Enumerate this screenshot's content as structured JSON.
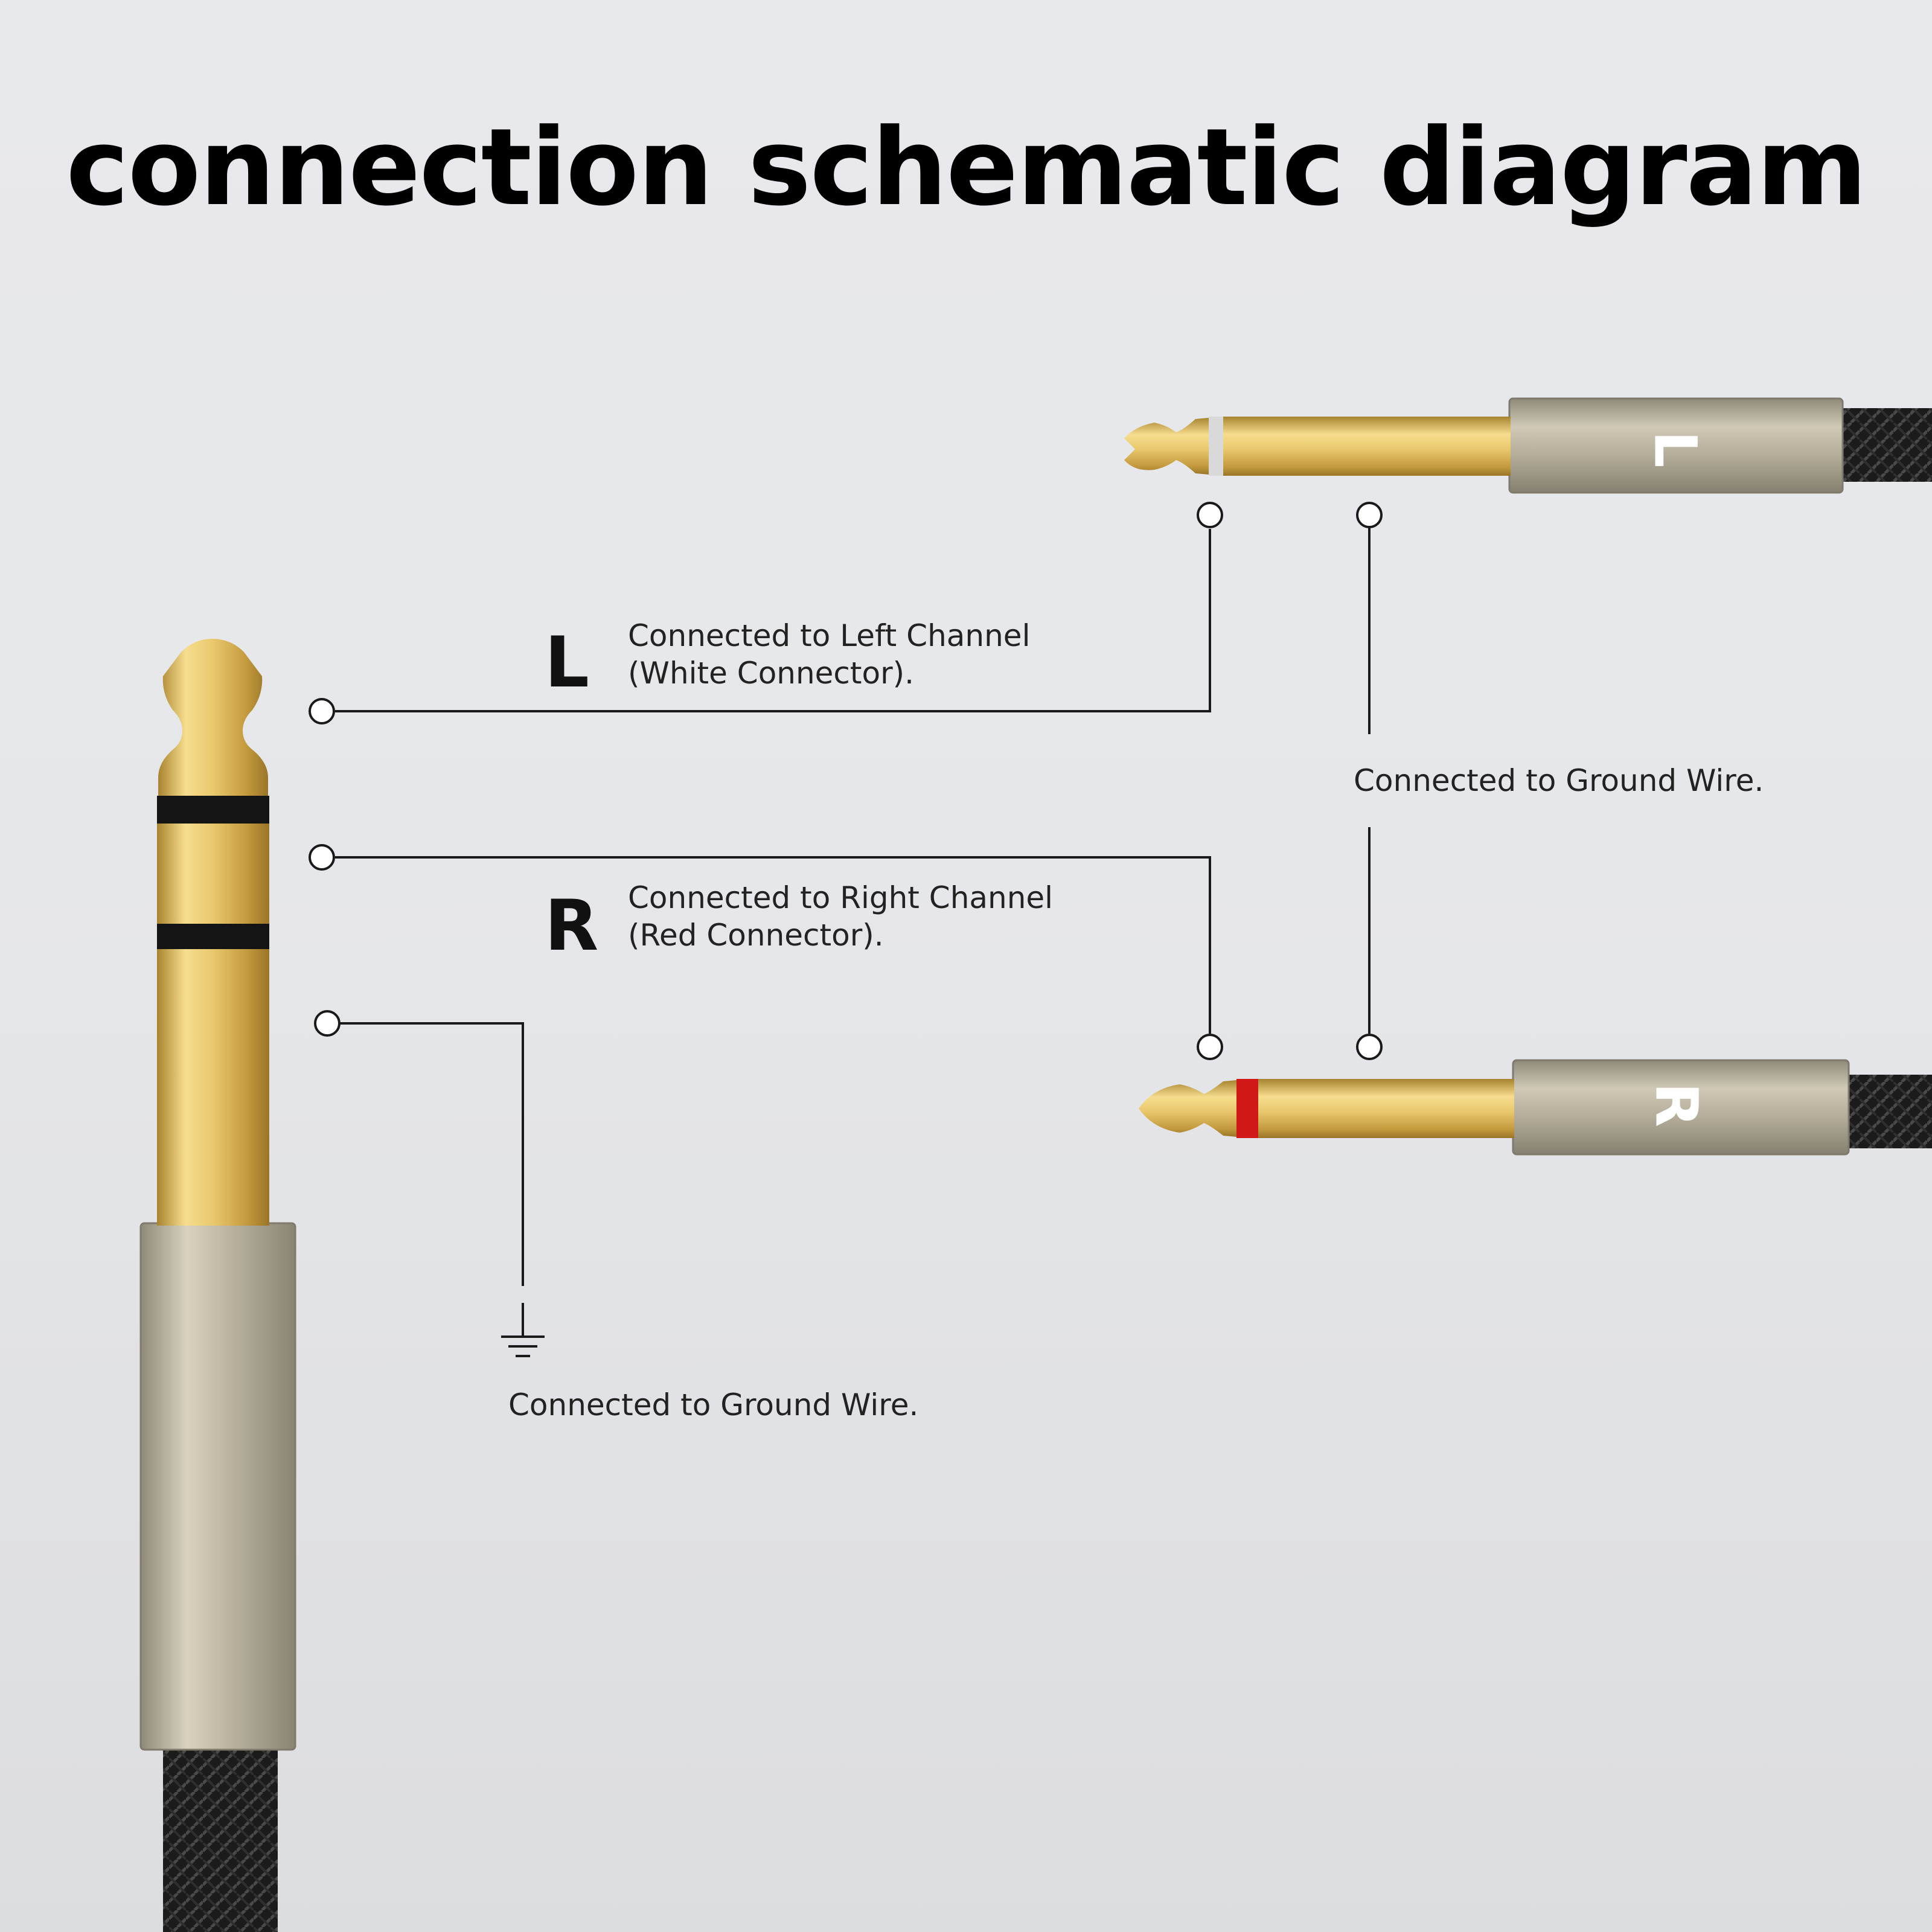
{
  "title": "connection schematic diagram",
  "left_channel": {
    "letter": "L",
    "line1": "Connected to Left Channel",
    "line2": "(White Connector)."
  },
  "right_channel": {
    "letter": "R",
    "line1": "Connected to Right Channel",
    "line2": "(Red Connector)."
  },
  "ground_right": "Connected to Ground Wire.",
  "ground_left": "Connected to Ground Wire.",
  "plug_labels": {
    "top": "L",
    "bottom": "R"
  },
  "colors": {
    "white_ring": "#d9d9d9",
    "red_ring": "#d01818",
    "gold": "#e6c468",
    "sleeve": "#b3ad9c",
    "cable": "#1a1a1a"
  }
}
